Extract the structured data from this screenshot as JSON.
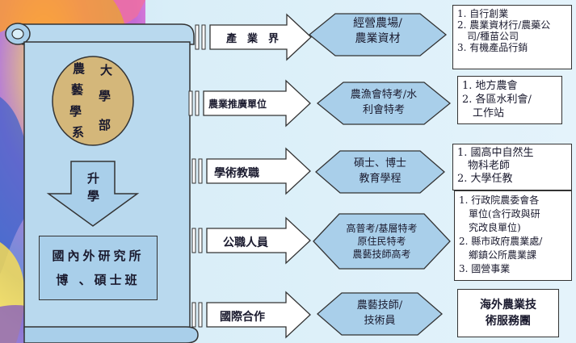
{
  "scroll": {
    "college": [
      "農",
      "大",
      "藝",
      "學",
      "學",
      "系",
      "部"
    ],
    "promote": [
      "升",
      "學"
    ],
    "grad_lines": [
      "國內外研究所",
      "博 、碩士班"
    ]
  },
  "rows": [
    {
      "path": "產　業　界",
      "target": [
        "經營農場/",
        "農業資材"
      ],
      "details": [
        "1. 自行創業",
        "2. 農業資材行/農藥公",
        "　司/種苗公司",
        "3. 有機產品行銷"
      ]
    },
    {
      "path": "農業推廣單位",
      "target": [
        "農漁會特考/水",
        "利會特考"
      ],
      "details": [
        "1. 地方農會",
        "2. 各區水利會/",
        "　工作站"
      ]
    },
    {
      "path": "學術教職",
      "target": [
        "碩士、博士",
        "教育學程"
      ],
      "details": [
        "1. 國高中自然生",
        "　物科老師",
        "2. 大學任教"
      ]
    },
    {
      "path": "公職人員",
      "target": [
        "高普考/基層特考",
        "原住民特考",
        "農藝技師高考"
      ],
      "details": [
        "1. 行政院農委會各",
        "　單位(含行政與研",
        "　究改良單位)",
        "2. 縣市政府農業處/",
        "　鄉鎮公所農業課",
        "3. 國營事業"
      ]
    },
    {
      "path": "國際合作",
      "target": [
        "農藝技師/",
        "技術員"
      ],
      "details": [
        "海外農業技",
        "術服務團"
      ]
    }
  ],
  "colors": {
    "hex_fill": "#a9cfea",
    "arrow_fill": "#ffffff",
    "note_fill": "#ffffff",
    "scroll_fill": "#a9cfea"
  }
}
